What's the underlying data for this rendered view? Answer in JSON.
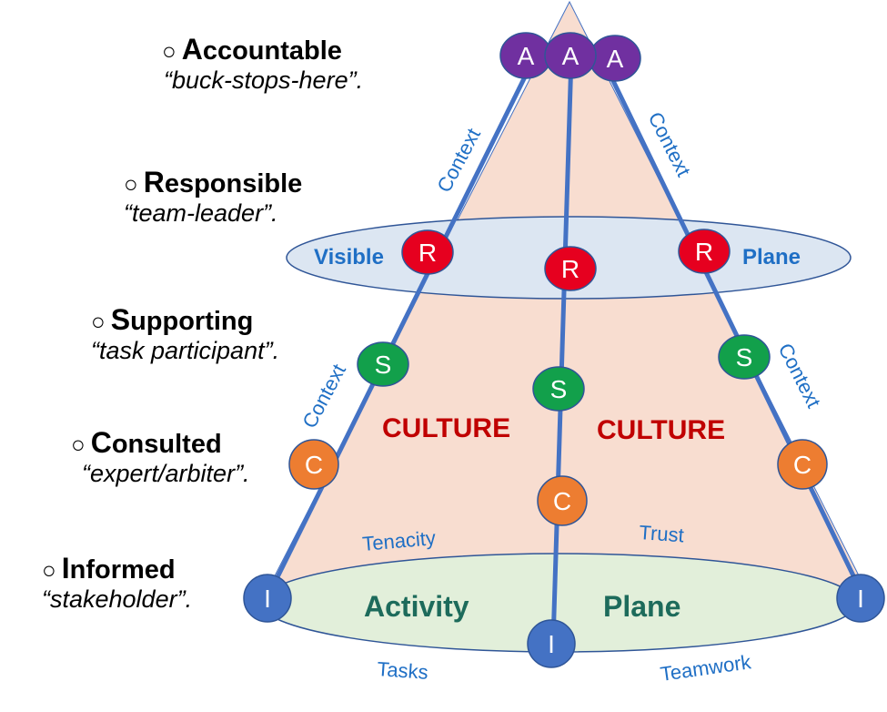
{
  "roles": [
    {
      "initial": "A",
      "rest": "ccountable",
      "quote": "“buck-stops-here”."
    },
    {
      "initial": "R",
      "rest": "esponsible",
      "quote": "“team-leader”."
    },
    {
      "initial": "S",
      "rest": "upporting",
      "quote": "“task participant”."
    },
    {
      "initial": "C",
      "rest": "onsulted",
      "quote": "“expert/arbiter”."
    },
    {
      "initial": "I",
      "rest": "nformed",
      "quote": "“stakeholder”."
    }
  ],
  "bullet": "○",
  "planes": {
    "visible": {
      "left": "Visible",
      "right": "Plane"
    },
    "activity": {
      "left": "Activity",
      "right": "Plane"
    }
  },
  "edge_labels": {
    "context": "Context",
    "tenacity": "Tenacity",
    "trust": "Trust",
    "tasks": "Tasks",
    "teamwork": "Teamwork"
  },
  "culture": "CULTURE",
  "node_letters": {
    "a": "A",
    "r": "R",
    "s": "S",
    "c": "C",
    "i": "I"
  },
  "colors": {
    "pyramid_fill": "#f8ddd0",
    "edge_line": "#4472c4",
    "visible_plane_fill": "#dce6f2",
    "activity_plane_fill": "#e2efda",
    "plane_stroke": "#2f5597",
    "node_a": "#7030a0",
    "node_r": "#e6001f",
    "node_s": "#12a04b",
    "node_c": "#ed7d31",
    "node_i": "#4472c4",
    "culture_text": "#c00000",
    "plane_text_blue": "#1f6fc5",
    "activity_text": "#1d6b5b",
    "edge_label_text": "#1f6fc5"
  }
}
